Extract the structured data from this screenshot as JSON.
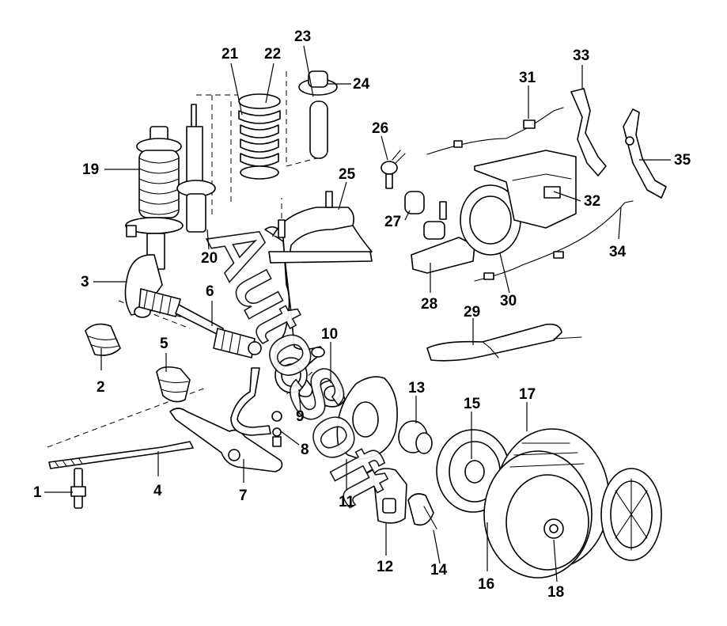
{
  "watermark": "AutoSoft",
  "callouts": [
    {
      "id": "1",
      "label": "1",
      "part": "mounting-stud"
    },
    {
      "id": "2",
      "label": "2",
      "part": "rubber-bush"
    },
    {
      "id": "3",
      "label": "3",
      "part": "lower-fork-bracket"
    },
    {
      "id": "4",
      "label": "4",
      "part": "radius-rod"
    },
    {
      "id": "5",
      "label": "5",
      "part": "bush"
    },
    {
      "id": "6",
      "label": "6",
      "part": "drive-shaft"
    },
    {
      "id": "7",
      "label": "7",
      "part": "lower-control-arm"
    },
    {
      "id": "8",
      "label": "8",
      "part": "ball-joint-bolt"
    },
    {
      "id": "9",
      "label": "9",
      "part": "steering-knuckle"
    },
    {
      "id": "10",
      "label": "10",
      "part": "wheel-bearing"
    },
    {
      "id": "11",
      "label": "11",
      "part": "splash-shield"
    },
    {
      "id": "12",
      "label": "12",
      "part": "brake-caliper"
    },
    {
      "id": "13",
      "label": "13",
      "part": "wheel-hub"
    },
    {
      "id": "14",
      "label": "14",
      "part": "brake-pads"
    },
    {
      "id": "15",
      "label": "15",
      "part": "brake-disc"
    },
    {
      "id": "16",
      "label": "16",
      "part": "brake-drum"
    },
    {
      "id": "17",
      "label": "17",
      "part": "tire"
    },
    {
      "id": "18",
      "label": "18",
      "part": "hub-nut"
    },
    {
      "id": "19",
      "label": "19",
      "part": "strut-assembly"
    },
    {
      "id": "20",
      "label": "20",
      "part": "shock-absorber"
    },
    {
      "id": "21",
      "label": "21",
      "part": "coil-spring"
    },
    {
      "id": "22",
      "label": "22",
      "part": "spring-seat"
    },
    {
      "id": "23",
      "label": "23",
      "part": "bump-stop"
    },
    {
      "id": "24",
      "label": "24",
      "part": "strut-mount"
    },
    {
      "id": "25",
      "label": "25",
      "part": "upper-control-arm"
    },
    {
      "id": "26",
      "label": "26",
      "part": "brake-fluid-sensor"
    },
    {
      "id": "27",
      "label": "27",
      "part": "fluid-reservoir"
    },
    {
      "id": "28",
      "label": "28",
      "part": "master-cylinder"
    },
    {
      "id": "29",
      "label": "29",
      "part": "handbrake-lever"
    },
    {
      "id": "30",
      "label": "30",
      "part": "brake-booster"
    },
    {
      "id": "31",
      "label": "31",
      "part": "brake-cable"
    },
    {
      "id": "32",
      "label": "32",
      "part": "pedal-bracket"
    },
    {
      "id": "33",
      "label": "33",
      "part": "brake-pedal"
    },
    {
      "id": "34",
      "label": "34",
      "part": "rear-brake-cable"
    },
    {
      "id": "35",
      "label": "35",
      "part": "clutch-pedal"
    }
  ]
}
